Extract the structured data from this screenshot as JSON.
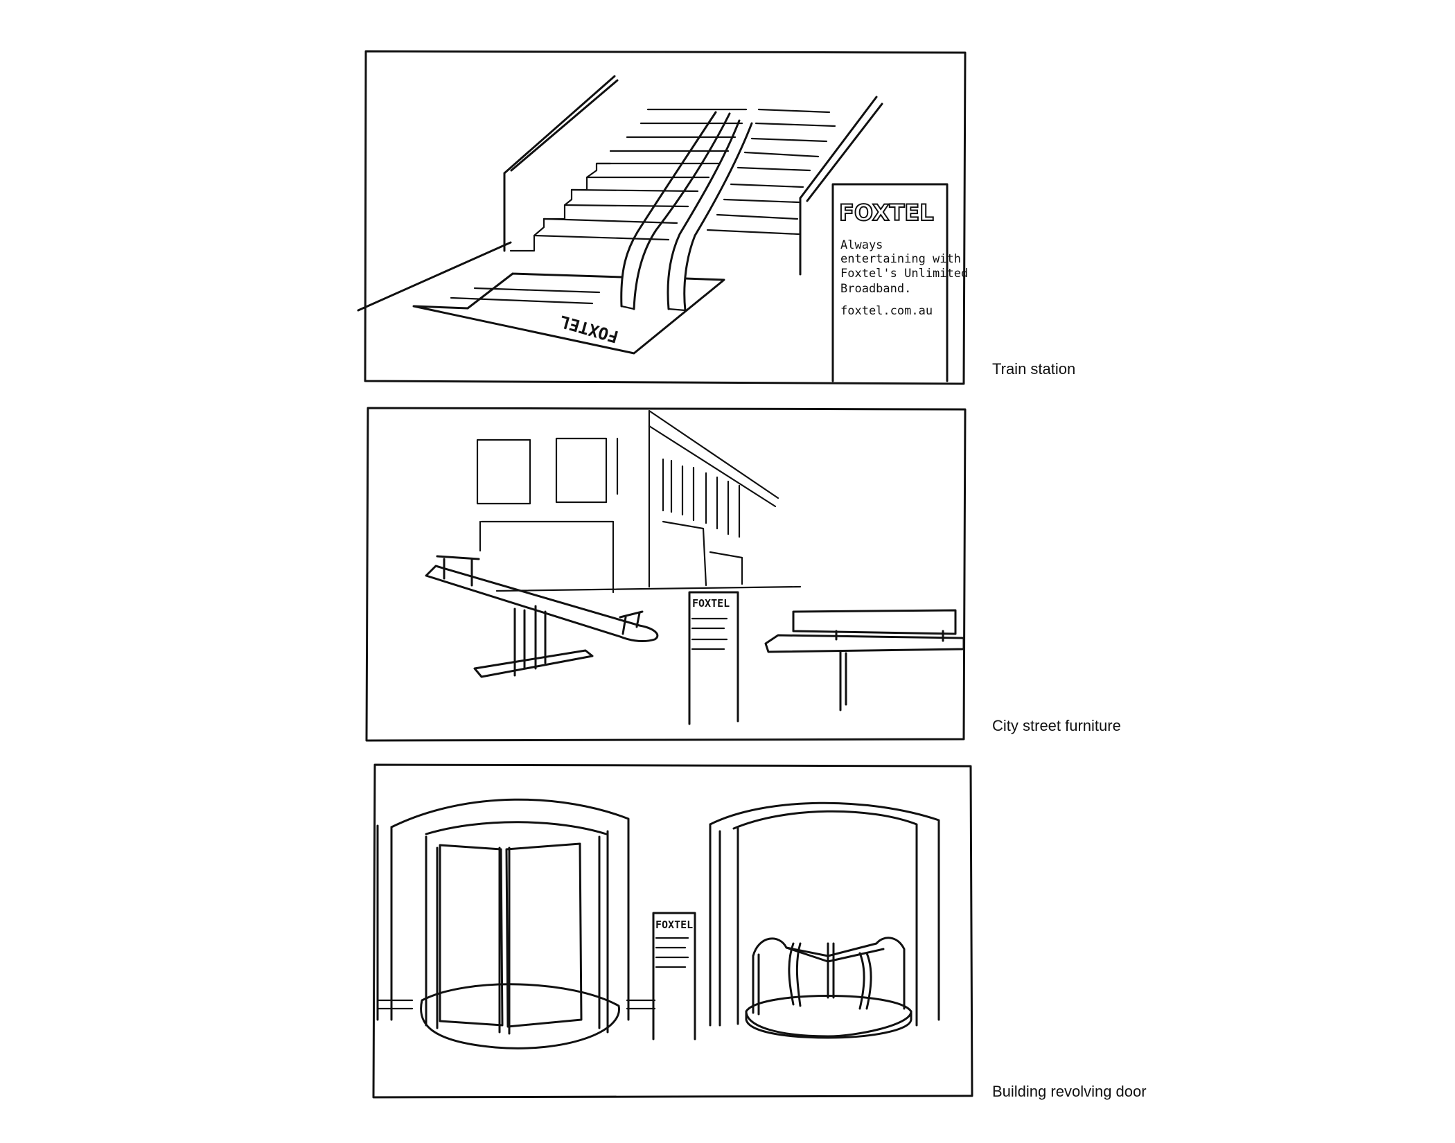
{
  "panels": [
    {
      "scene": "train-station",
      "caption": "Train station",
      "sign": {
        "brand": "FOXTEL",
        "lines": [
          "Always",
          "entertaining with",
          "Foxtel's Unlimited",
          "Broadband.",
          "foxtel.com.au"
        ]
      },
      "floor_brand": "FOXTEL"
    },
    {
      "scene": "city-street-furniture",
      "caption": "City street furniture",
      "sign": {
        "brand": "FOXTEL"
      }
    },
    {
      "scene": "building-revolving-door",
      "caption": "Building revolving door",
      "sign": {
        "brand": "FOXTEL"
      }
    }
  ]
}
